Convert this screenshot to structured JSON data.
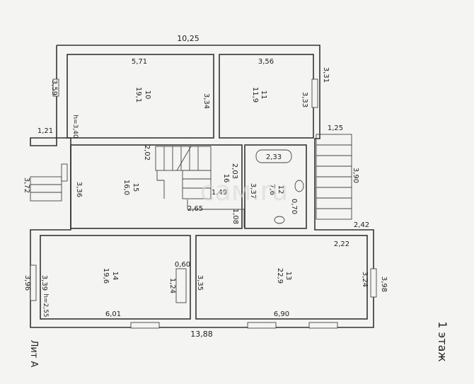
{
  "title": "1 этаж",
  "letter": "Лит А",
  "watermark": "сам.ru",
  "dims": {
    "top_overall": "10,25",
    "bottom_overall": "13,88",
    "left_overall": "3,96",
    "right_overall": "3,98",
    "left_step": "1,21",
    "left_step_h": "3,72",
    "porch_w": "1,25",
    "porch_h": "3,90",
    "right_step": "2,42",
    "right_step2": "2,22",
    "bath_w": "2,33",
    "bath_h": "3,37",
    "bath_door": "0,70",
    "stair_h": "2,03",
    "stair_w": "1,49",
    "stair_lower": "2,65",
    "stair_top": "2,02",
    "hall_small": "1,08"
  },
  "rooms": [
    {
      "num": "10",
      "area": "19,1",
      "w": "5,71",
      "h": "3,59",
      "h2": "3,34",
      "height": "h=3,40"
    },
    {
      "num": "11",
      "area": "11,9",
      "w": "3,56",
      "h": "3,31",
      "h2": "3,33"
    },
    {
      "num": "12",
      "area": "7,6"
    },
    {
      "num": "13",
      "area": "22,9",
      "w": "6,90",
      "h": "3,35",
      "h2": "3,24"
    },
    {
      "num": "14",
      "area": "19,6",
      "w": "6,01",
      "h": "3,39",
      "height": "h=2,55",
      "niche_w": "0,60",
      "niche_h": "1,24"
    },
    {
      "num": "15",
      "area": "16,0",
      "h": "3,36"
    },
    {
      "num": "16",
      "area": ""
    }
  ]
}
